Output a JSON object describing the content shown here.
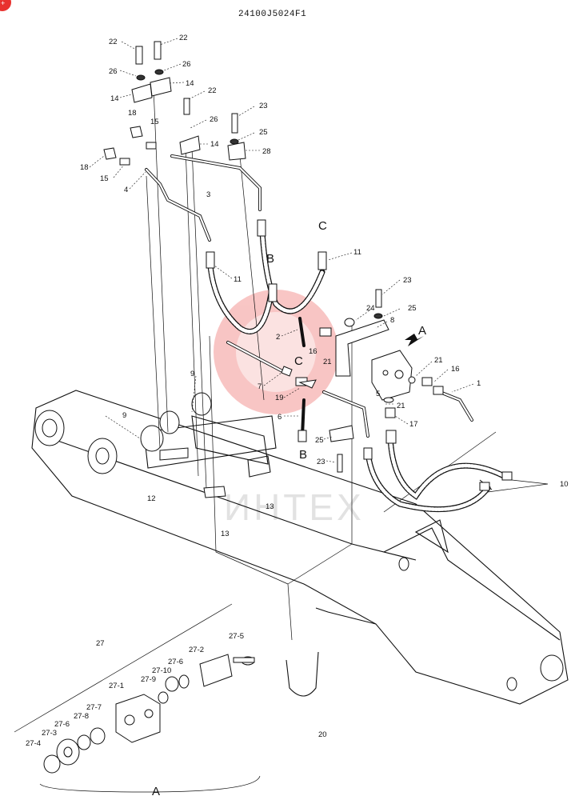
{
  "document": {
    "code": "24100J5024F1"
  },
  "watermark": {
    "text": "ИНТЕХ",
    "color": "#e8322f"
  },
  "section_labels": {
    "A": "A",
    "B": "B",
    "C": "C"
  },
  "part_labels": {
    "p22a": "22",
    "p22b": "22",
    "p22c": "22",
    "p26a": "26",
    "p26b": "26",
    "p26c": "26",
    "p14a": "14",
    "p14b": "14",
    "p14c": "14",
    "p18a": "18",
    "p18b": "18",
    "p15a": "15",
    "p15b": "15",
    "p4": "4",
    "p3": "3",
    "p23a": "23",
    "p25a": "25",
    "p28": "28",
    "p11a": "11",
    "p11b": "11",
    "p23b": "23",
    "p24": "24",
    "p25b": "25",
    "p8": "8",
    "p2": "2",
    "p16a": "16",
    "p21a": "21",
    "p21b": "21",
    "p16b": "16",
    "p1": "1",
    "p9a": "9",
    "p9b": "9",
    "p7": "7",
    "p19": "19",
    "p5": "5",
    "p21c": "21",
    "p17": "17",
    "p6": "6",
    "p25c": "25",
    "p23c": "23",
    "p10": "10",
    "p12": "12",
    "p13a": "13",
    "p13b": "13",
    "p20": "20",
    "p27": "27",
    "p27_5": "27-5",
    "p27_2": "27-2",
    "p27_6a": "27-6",
    "p27_10": "27-10",
    "p27_9": "27-9",
    "p27_1": "27-1",
    "p27_7": "27-7",
    "p27_8": "27-8",
    "p27_6b": "27-6",
    "p27_3": "27-3",
    "p27_4": "27-4"
  }
}
